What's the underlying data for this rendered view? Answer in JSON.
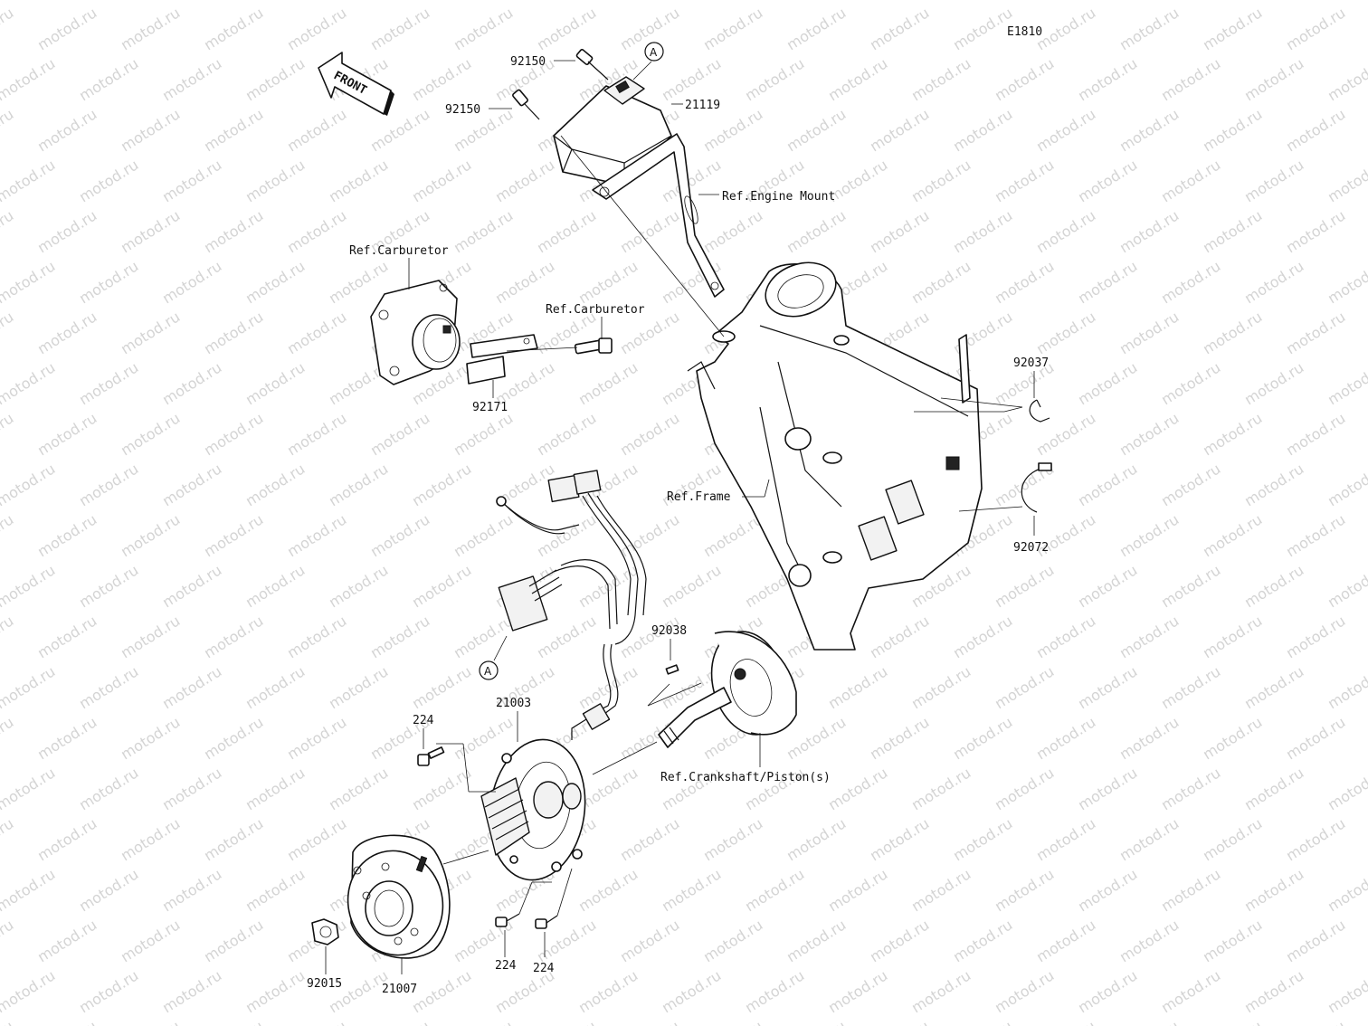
{
  "diagram_code": "E1810",
  "watermark_text": "motod.ru",
  "front_arrow_label": "FRONT",
  "callout_marker": "A",
  "parts": [
    {
      "id": "92150-top",
      "text": "92150"
    },
    {
      "id": "92150-mid",
      "text": "92150"
    },
    {
      "id": "21119",
      "text": "21119"
    },
    {
      "id": "ref-engine-mount",
      "text": "Ref.Engine Mount"
    },
    {
      "id": "ref-carburetor-left",
      "text": "Ref.Carburetor"
    },
    {
      "id": "ref-carburetor-right",
      "text": "Ref.Carburetor"
    },
    {
      "id": "92171",
      "text": "92171"
    },
    {
      "id": "92037",
      "text": "92037"
    },
    {
      "id": "ref-frame",
      "text": "Ref.Frame"
    },
    {
      "id": "92072",
      "text": "92072"
    },
    {
      "id": "92038",
      "text": "92038"
    },
    {
      "id": "224-top",
      "text": "224"
    },
    {
      "id": "21003",
      "text": "21003"
    },
    {
      "id": "ref-crankshaft",
      "text": "Ref.Crankshaft/Piston(s)"
    },
    {
      "id": "92015",
      "text": "92015"
    },
    {
      "id": "21007",
      "text": "21007"
    },
    {
      "id": "224-bottom-left",
      "text": "224"
    },
    {
      "id": "224-bottom-right",
      "text": "224"
    }
  ]
}
